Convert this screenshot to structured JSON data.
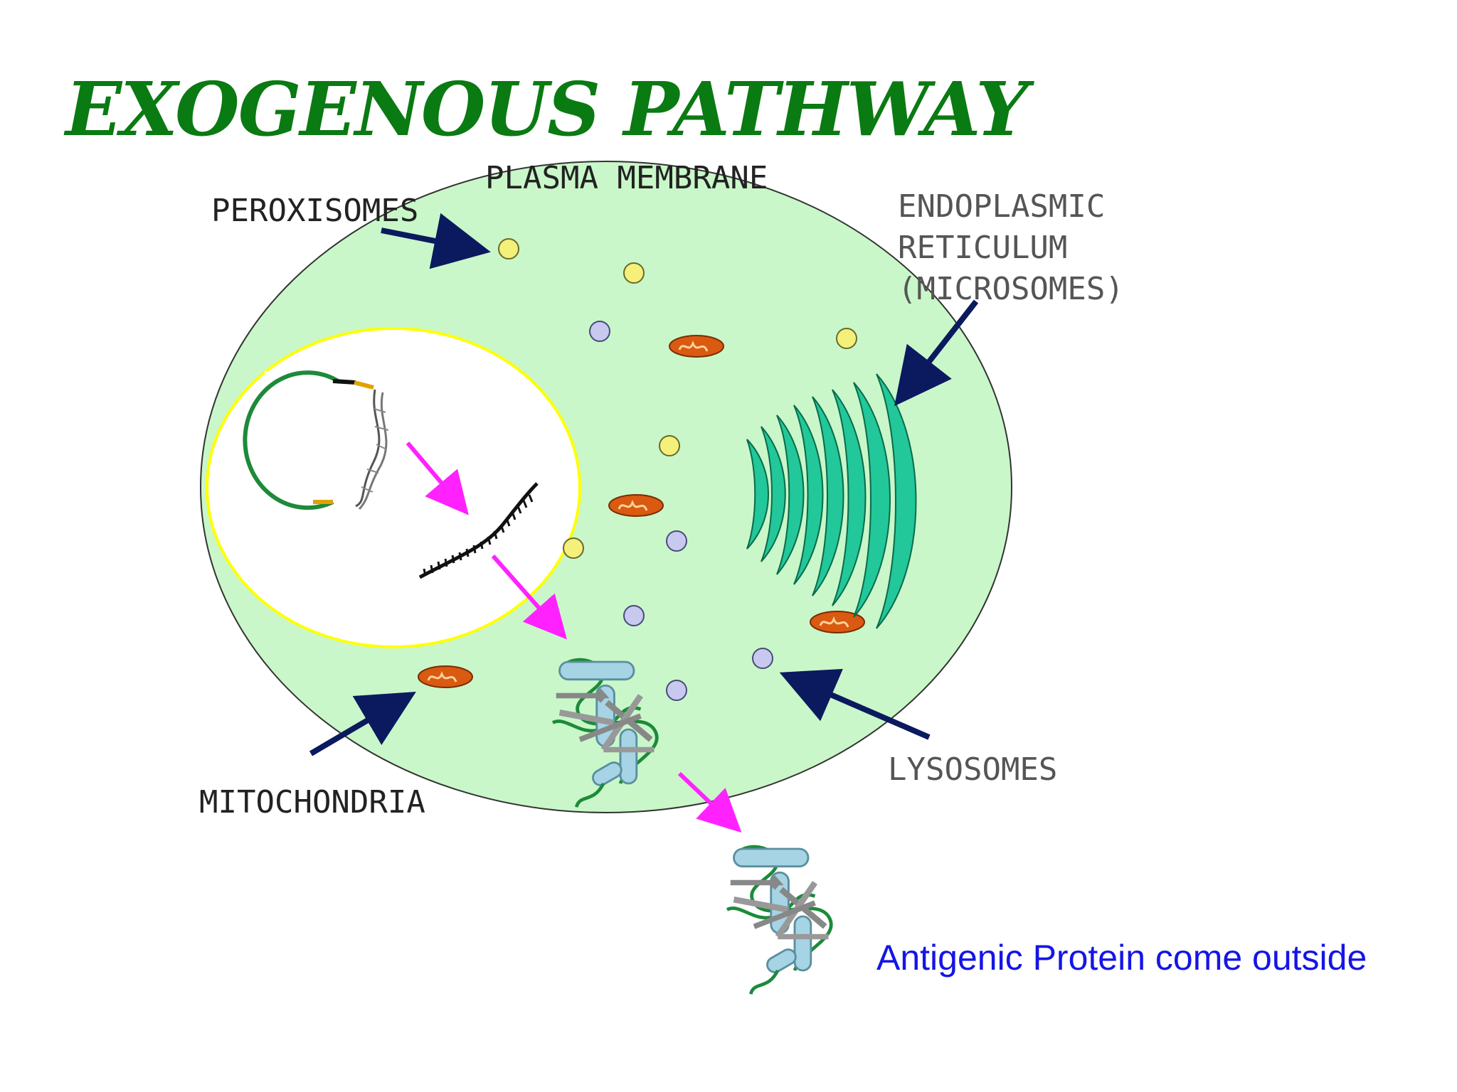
{
  "title": "EXOGENOUS PATHWAY",
  "labels": {
    "plasma_membrane": "PLASMA MEMBRANE",
    "peroxisomes": "PEROXISOMES",
    "er_line1": "ENDOPLASMIC",
    "er_line2": "RETICULUM",
    "er_line3": "(MICROSOMES)",
    "lysosomes": "LYSOSOMES",
    "mitochondria": "MITOCHONDRIA"
  },
  "caption": "Antigenic Protein come outside",
  "colors": {
    "title": "#0a7a12",
    "cytoplasm": "#c9f7c9",
    "nucleus_border": "#ffff00",
    "arrow_label": "#0b1a5e",
    "arrow_flow": "#ff22ff",
    "peroxisome": "#f5f07a",
    "lysosome": "#c7c9ee",
    "mitochondrion": "#d95a10",
    "er": "#22c79a",
    "protein": "#a6d4e4",
    "caption": "#1515e6"
  }
}
